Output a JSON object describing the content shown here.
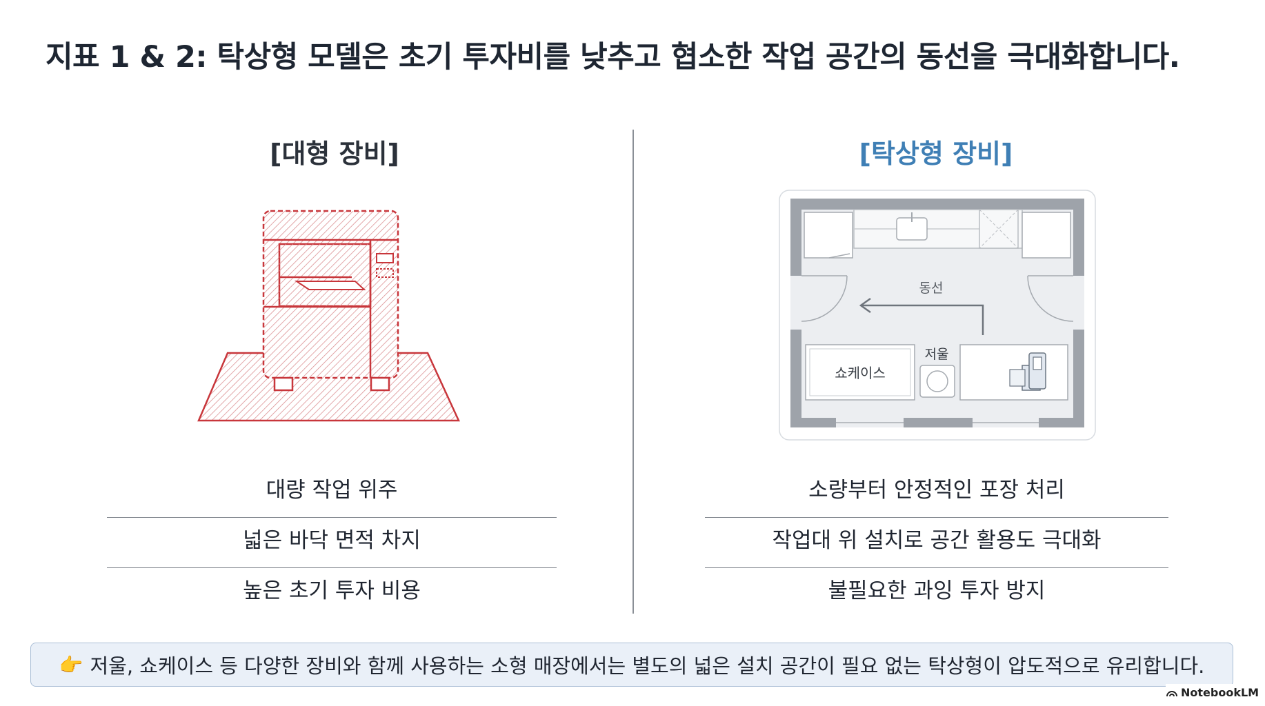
{
  "title": "지표 1 & 2: 탁상형 모델은 초기 투자비를 낮추고 협소한 작업 공간의 동선을 극대화합니다.",
  "left_column": {
    "heading": "[대형 장비]",
    "items": [
      "대량 작업 위주",
      "넓은 바닥 면적 차지",
      "높은 초기 투자 비용"
    ],
    "accent_color": "#c8363b"
  },
  "right_column": {
    "heading": "[탁상형 장비]",
    "heading_color": "#3f7fb5",
    "floorplan": {
      "flow_label": "동선",
      "scale_label": "저울",
      "showcase_label": "쇼케이스"
    },
    "items": [
      "소량부터 안정적인 포장 처리",
      "작업대 위 설치로 공간 활용도 극대화",
      "불필요한 과잉 투자 방지"
    ]
  },
  "banner": {
    "icon": "pointing-hand-icon",
    "text": "저울, 쇼케이스 등 다양한 장비와 함께 사용하는 소형 매장에서는 별도의 넓은 설치 공간이 필요 없는 탁상형이 압도적으로 유리합니다."
  },
  "watermark": {
    "text": "NotebookLM"
  }
}
